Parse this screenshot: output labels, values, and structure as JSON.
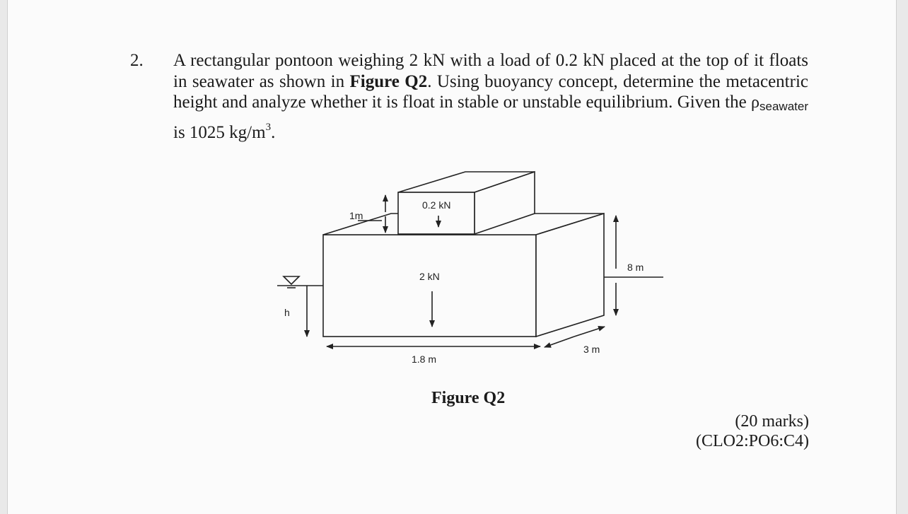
{
  "question": {
    "number": "2.",
    "text_part1": "A rectangular pontoon weighing 2 kN with a load of 0.2 kN placed at the top of it floats in seawater as shown in ",
    "figure_ref": "Figure Q2",
    "text_part2": ". Using buoyancy concept, determine the metacentric height and analyze whether it is float in stable or unstable equilibrium. Given the ",
    "rho_symbol": "ρ",
    "rho_subscript": "seawater",
    "text_part3": " is 1025 kg/m",
    "exponent": "3",
    "text_end": "."
  },
  "figure": {
    "load_label": "0.2 kN",
    "weight_label": "2 kN",
    "block_height_label": "1m",
    "height_label": "8 m",
    "draft_label": "h",
    "length_label": "1.8 m",
    "width_label": "3 m",
    "caption": "Figure Q2"
  },
  "marks": {
    "marks": "(20 marks)",
    "clo": "(CLO2:PO6:C4)"
  }
}
